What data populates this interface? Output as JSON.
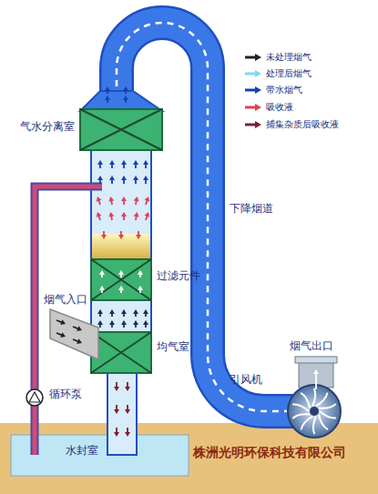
{
  "diagram": {
    "labels": [
      "气水分离室",
      "过滤元件",
      "下降烟道",
      "烟气入口",
      "均气室",
      "循环泵",
      "水封室",
      "烟气出口",
      "引风机",
      "株洲光明环保科技有限公司"
    ],
    "legend": [
      {
        "text": "未处理烟气",
        "color": "#222222"
      },
      {
        "text": "处理后烟气",
        "color": "#7fd8f0"
      },
      {
        "text": "带水烟气",
        "color": "#1a3fb0"
      },
      {
        "text": "吸收液",
        "color": "#e04050"
      },
      {
        "text": "捕集杂质后吸收液",
        "color": "#7a2030"
      }
    ]
  }
}
